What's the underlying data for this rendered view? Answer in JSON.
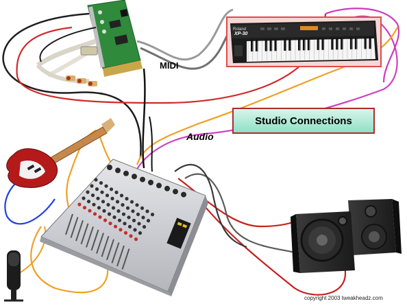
{
  "labels": {
    "midi": "MIDI",
    "audio": "Audio",
    "title": "Studio Connections",
    "copyright": "copyright 2003 tweakheadz.com"
  },
  "keyboard": {
    "brand": "Roland",
    "model": "XP-30"
  },
  "colors": {
    "title_border": "#b02a2a",
    "title_fill": "#a6e8d2",
    "cable_orange": "#f0a020",
    "cable_magenta": "#d040c0",
    "cable_red": "#d02020",
    "cable_blue": "#2040e0",
    "cable_black": "#202020",
    "cable_gray": "#707070",
    "cable_white": "#e8e8e8"
  },
  "icons": [
    "sound-card-icon",
    "keyboard-synth-icon",
    "electric-guitar-icon",
    "mixer-icon",
    "studio-monitors-icon",
    "microphone-icon"
  ]
}
